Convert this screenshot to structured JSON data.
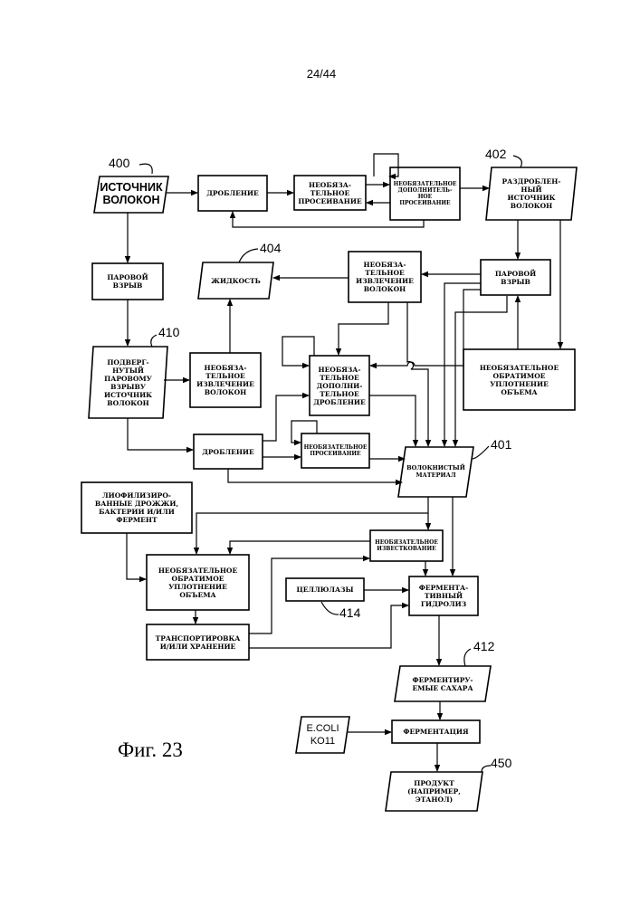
{
  "page_number": "24/44",
  "figure_label": "Фиг. 23",
  "refs": {
    "r400": "400",
    "r402": "402",
    "r404": "404",
    "r410": "410",
    "r401": "401",
    "r414": "414",
    "r412": "412",
    "r450": "450"
  },
  "boxes": {
    "fiber_source": "ИСТОЧНИК\nВОЛОКОН",
    "crushing_top": "ДРОБЛЕНИЕ",
    "opt_screening_top": "НЕОБЯЗА-\nТЕЛЬНОЕ\nПРОСЕИВАНИЕ",
    "opt_add_screening": "НЕОБЯЗАТЕЛЬНОЕ\nДОПОЛНИТЕЛЬ-\nНОЕ\nПРОСЕИВАНИЕ",
    "crushed_source": "РАЗДРОБЛЕН-\nНЫЙ\nИСТОЧНИК\nВОЛОКОН",
    "steam_left": "ПАРОВОЙ\nВЗРЫВ",
    "liquid": "ЖИДКОСТЬ",
    "opt_extract_top": "НЕОБЯЗА-\nТЕЛЬНОЕ\nИЗВЛЕЧЕНИЕ\nВОЛОКОН",
    "steam_right": "ПАРОВОЙ\nВЗРЫВ",
    "exploded_source": "ПОДВЕРГ-\nНУТЫЙ\nПАРОВОМУ\nВЗРЫВУ\nИСТОЧНИК\nВОЛОКОН",
    "opt_extract_mid": "НЕОБЯЗА-\nТЕЛЬНОЕ\nИЗВЛЕЧЕНИЕ\nВОЛОКОН",
    "opt_add_crushing": "НЕОБЯЗА-\nТЕЛЬНОЕ\nДОПОЛНИ-\nТЕЛЬНОЕ\nДРОБЛЕНИЕ",
    "opt_reverse_right": "НЕОБЯЗАТЕЛЬНОЕ\nОБРАТИМОЕ\nУПЛОТНЕНИЕ\nОБЪЕМА",
    "crushing_mid": "ДРОБЛЕНИЕ",
    "opt_screening_mid": "НЕОБЯЗАТЕЛЬНОЕ\nПРОСЕИВАНИЕ",
    "fibrous_material": "ВОЛОКНИСТЫЙ\nМАТЕРИАЛ",
    "lyophilized": "ЛИОФИЛИЗИРО-\nВАННЫЕ ДРОЖЖИ,\nБАКТЕРИИ И/ИЛИ\nФЕРМЕНТ",
    "opt_liming": "НЕОБЯЗАТЕЛЬНОЕ\nИЗВЕСТКОВАНИЕ",
    "opt_reverse_left": "НЕОБЯЗАТЕЛЬНОЕ\nОБРАТИМОЕ\nУПЛОТНЕНИЕ\nОБЪЕМА",
    "cellulases": "ЦЕЛЛЮЛАЗЫ",
    "enzymatic_hydrolysis": "ФЕРМЕНТА-\nТИВНЫЙ\nГИДРОЛИЗ",
    "transport": "ТРАНСПОРТИРОВКА\nИ/ИЛИ ХРАНЕНИЕ",
    "fermentable_sugars": "ФЕРМЕНТИРУ-\nЕМЫЕ САХАРА",
    "ecoli": "E.COLI\nKO11",
    "fermentation": "ФЕРМЕНТАЦИЯ",
    "product": "ПРОДУКТ\n(НАПРИМЕР,\nЭТАНОЛ)"
  }
}
